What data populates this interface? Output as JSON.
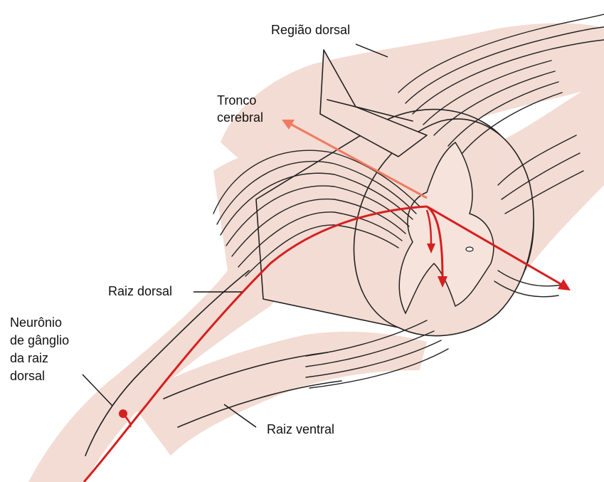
{
  "labels": {
    "regiao_dorsal": "Região dorsal",
    "tronco_line1": "Tronco",
    "tronco_line2": "cerebral",
    "raiz_dorsal": "Raiz dorsal",
    "neuronio_line1": "Neurônio",
    "neuronio_line2": "de gânglio",
    "neuronio_line3": "da raiz",
    "neuronio_line4": "dorsal",
    "raiz_ventral": "Raiz ventral"
  },
  "colors": {
    "pathway": "#d61f1f",
    "brainstem_arrow": "#f07a62",
    "tissue": "#f3dcd3"
  }
}
